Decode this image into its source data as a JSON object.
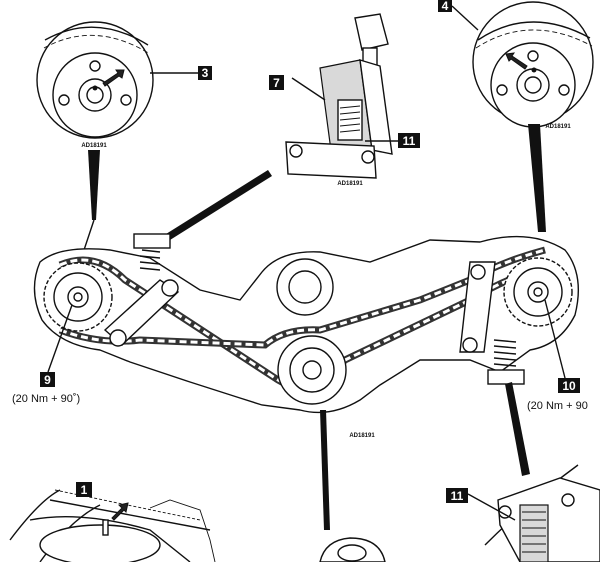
{
  "callouts": {
    "c1": "1",
    "c3": "3",
    "c4": "4",
    "c7": "7",
    "c9": "9",
    "c10": "10",
    "c11_top": "11",
    "c11_bottom": "11"
  },
  "reference_codes": {
    "detail_left": "AD18191",
    "detail_tool": "AD18191",
    "detail_right": "AD18191",
    "main": "AD18191"
  },
  "torque": {
    "left_sprocket": "(20 Nm + 90˚)",
    "right_sprocket": "(20 Nm + 90"
  },
  "colors": {
    "ink": "#111111",
    "callout_fill": "#111111",
    "belt_tone": "#333333",
    "paper": "#ffffff"
  },
  "icons": [
    "arrow-icon",
    "chain-icon",
    "sprocket-icon",
    "tensioner-spring-icon",
    "bolt-icon"
  ]
}
